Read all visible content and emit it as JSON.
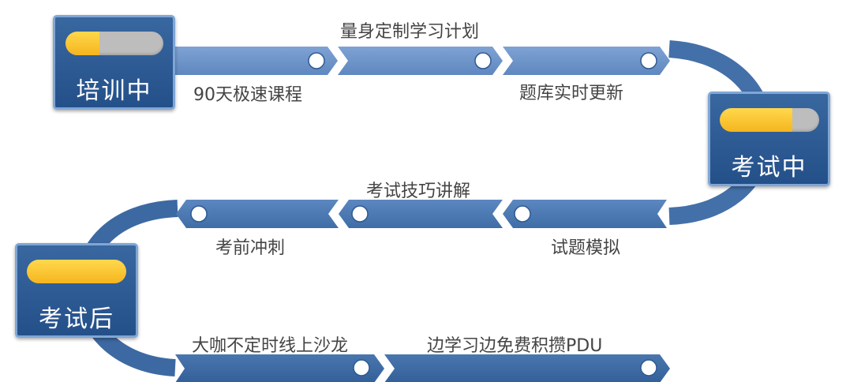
{
  "stages": [
    {
      "title": "培训中",
      "progress": 0.35
    },
    {
      "title": "考试中",
      "progress": 0.73
    },
    {
      "title": "考试后",
      "progress": 1.0
    }
  ],
  "steps": [
    "90天极速课程",
    "量身定制学习计划",
    "题库实时更新",
    "试题模拟",
    "考试技巧讲解",
    "考前冲刺",
    "大咖不定时线上沙龙",
    "边学习边免费积攒PDU"
  ],
  "colors": {
    "arrow": "#3c6aa2",
    "arrow_light": "#6d93c8",
    "box": "#2b5790",
    "bar_fill": "#f7c12e",
    "bar_track": "#bdbdbd"
  }
}
